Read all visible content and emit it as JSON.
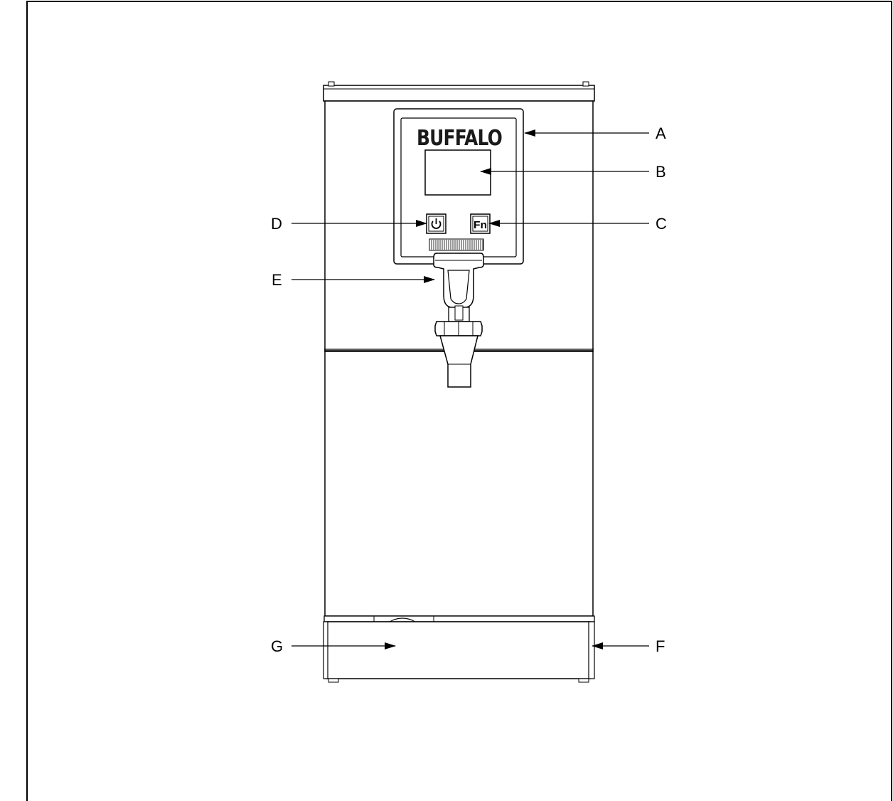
{
  "brand": {
    "logo_text": "BUFFALO"
  },
  "buttons": {
    "function_label": "Fn"
  },
  "callouts": {
    "A": "A",
    "B": "B",
    "C": "C",
    "D": "D",
    "E": "E",
    "F": "F",
    "G": "G"
  }
}
